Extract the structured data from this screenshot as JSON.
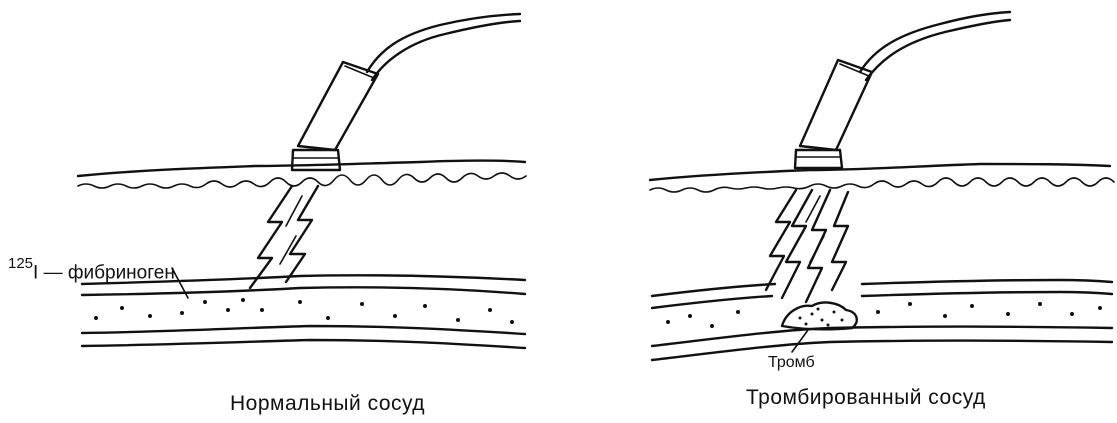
{
  "panels": [
    {
      "caption": "Нормальный сосуд",
      "label": {
        "isotope_number": "125",
        "isotope_rest": "I — фибриноген"
      }
    },
    {
      "caption": "Тромбированный сосуд",
      "label": {
        "text": "Тромб"
      }
    }
  ]
}
